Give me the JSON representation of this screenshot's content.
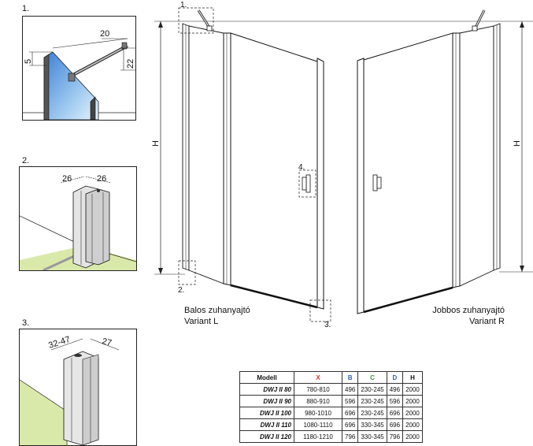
{
  "details": {
    "d1": {
      "number": "1.",
      "dim_top": "20",
      "dim_left": "5",
      "dim_right": "22"
    },
    "d2": {
      "number": "2.",
      "dim_a": "26",
      "dim_b": "26"
    },
    "d3": {
      "number": "3.",
      "dim_a": "32-47",
      "dim_b": "27"
    }
  },
  "main": {
    "callout1": "1.",
    "callout2": "2.",
    "callout3": "3.",
    "callout4": "4.",
    "height_left": "H",
    "height_right": "H",
    "left_caption_line1": "Balos zuhanyajtó",
    "left_caption_line2": "Variant L",
    "right_caption_line1": "Jobbos zuhanyajtó",
    "right_caption_line2": "Variant R"
  },
  "colors": {
    "x": "#e8302a",
    "b": "#2f5fb3",
    "c": "#3a9a3a",
    "d": "#2f5fb3",
    "glass": "#9cc8ef",
    "floor": "#d9e9a9"
  },
  "table": {
    "headers": [
      "Modell",
      "X",
      "B",
      "C",
      "D",
      "H"
    ],
    "rows": [
      [
        "DWJ II 80",
        "780-810",
        "496",
        "230-245",
        "496",
        "2000"
      ],
      [
        "DWJ II 90",
        "880-910",
        "596",
        "230-245",
        "596",
        "2000"
      ],
      [
        "DWJ II 100",
        "980-1010",
        "696",
        "230-245",
        "696",
        "2000"
      ],
      [
        "DWJ II 110",
        "1080-1110",
        "696",
        "330-345",
        "696",
        "2000"
      ],
      [
        "DWJ II 120",
        "1180-1210",
        "796",
        "330-345",
        "796",
        "2000"
      ]
    ]
  }
}
